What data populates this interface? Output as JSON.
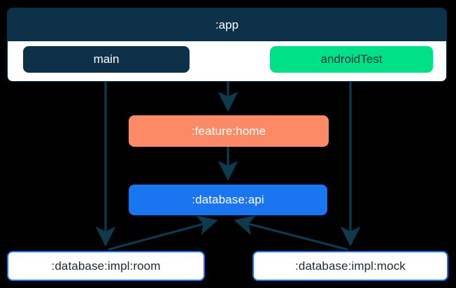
{
  "diagram": {
    "type": "module-dependency-graph",
    "background_color": "#000000",
    "subgraphs": [
      {
        "id": "app",
        "title": ":app",
        "title_color": "#ffffff",
        "container_color": "#0d3148",
        "body_color": "#ffffff",
        "children": [
          {
            "id": "main",
            "label": "main",
            "fill": "#0d3148",
            "text_color": "#ffffff"
          },
          {
            "id": "androidTest",
            "label": "androidTest",
            "fill": "#00e187",
            "text_color": "#0d3148"
          }
        ]
      }
    ],
    "nodes": [
      {
        "id": "feature-home",
        "label": ":feature:home",
        "fill": "#fd8a67",
        "text_color": "#ffffff"
      },
      {
        "id": "database-api",
        "label": ":database:api",
        "fill": "#1976f0",
        "text_color": "#ffffff"
      },
      {
        "id": "database-impl-room",
        "label": ":database:impl:room",
        "fill": "#ffffff",
        "border_color": "#1976f0",
        "text_color": "#1a2a33"
      },
      {
        "id": "database-impl-mock",
        "label": ":database:impl:mock",
        "fill": "#ffffff",
        "border_color": "#1976f0",
        "text_color": "#1a2a33"
      }
    ],
    "edges": [
      {
        "id": "main-to-room",
        "from": "main",
        "to": "database-impl-room",
        "arrow": true
      },
      {
        "id": "app-to-feature-home",
        "from": "app",
        "to": "feature-home",
        "arrow": true
      },
      {
        "id": "androidtest-to-mock",
        "from": "androidTest",
        "to": "database-impl-mock",
        "arrow": true
      },
      {
        "id": "feature-home-to-database-api",
        "from": "feature-home",
        "to": "database-api",
        "arrow": true
      },
      {
        "id": "room-to-database-api",
        "from": "database-impl-room",
        "to": "database-api",
        "arrow": true
      },
      {
        "id": "mock-to-database-api",
        "from": "database-impl-mock",
        "to": "database-api",
        "arrow": true
      }
    ],
    "edge_color": "#0d3b4d"
  }
}
